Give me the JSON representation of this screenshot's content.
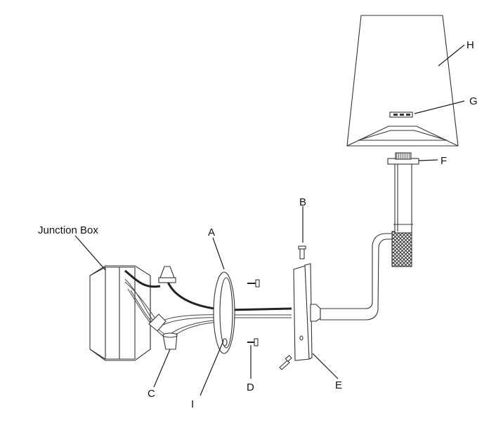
{
  "labels": {
    "junction_box": "Junction Box",
    "a": "A",
    "b": "B",
    "c": "C",
    "d": "D",
    "e": "E",
    "f": "F",
    "g": "G",
    "h": "H",
    "i": "I"
  },
  "colors": {
    "line": "#1a1a1a",
    "part_fill": "#ffffff",
    "dark_wire": "#222222",
    "gray_fill": "#e6e6e6"
  }
}
